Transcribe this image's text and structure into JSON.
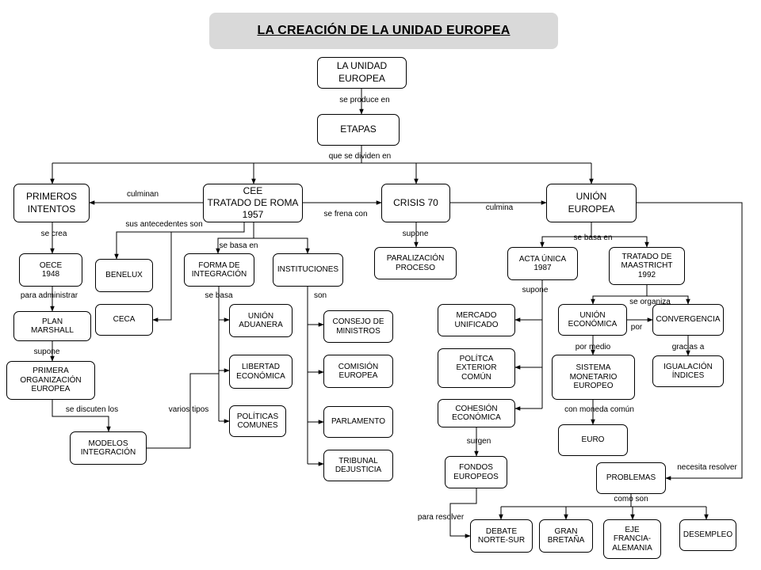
{
  "title": "LA CREACIÓN DE LA UNIDAD EUROPEA",
  "nodes": {
    "unidad": "LA UNIDAD\nEUROPEA",
    "etapas": "ETAPAS",
    "primeros": "PRIMEROS\nINTENTOS",
    "cee": "CEE\nTRATADO DE ROMA\n1957",
    "crisis": "CRISIS 70",
    "union": "UNIÓN\nEUROPEA",
    "oece": "OECE\n1948",
    "benelux": "BENELUX",
    "ceca": "CECA",
    "plan": "PLAN\nMARSHALL",
    "primera_org": "PRIMERA\nORGANIZACIÓN\nEUROPEA",
    "modelos": "MODELOS\nINTEGRACIÓN",
    "forma": "FORMA DE\nINTEGRACIÓN",
    "instituciones": "INSTITUCIONES",
    "aduanera": "UNIÓN\nADUANERA",
    "libertad": "LIBERTAD\nECONÓMICA",
    "politicas": "POLÍTICAS\nCOMUNES",
    "consejo": "CONSEJO DE\nMINISTROS",
    "comision": "COMISIÓN\nEUROPEA",
    "parlamento": "PARLAMENTO",
    "tribunal": "TRIBUNAL\nDEJUSTICIA",
    "paralizacion": "PARALIZACIÓN\nPROCESO",
    "acta": "ACTA ÚNICA\n1987",
    "maastricht": "TRATADO DE\nMAASTRICHT\n1992",
    "mercado": "MERCADO\nUNIFICADO",
    "exterior": "POLÍTCA\nEXTERIOR\nCOMÚN",
    "cohesion": "COHESIÓN\nECONÓMICA",
    "fondos": "FONDOS\nEUROPEOS",
    "union_eco": "UNIÓN\nECONÓMICA",
    "convergencia": "CONVERGENCIA",
    "sistema": "SISTEMA\nMONETARIO\nEUROPEO",
    "igualacion": "IGUALACIÓN\nÍNDICES",
    "euro": "EURO",
    "problemas": "PROBLEMAS",
    "debate": "DEBATE\nNORTE-SUR",
    "gran": "GRAN\nBRETAÑA",
    "eje": "EJE\nFRANCIA-\nALEMANIA",
    "desempleo": "DESEMPLEO"
  },
  "labels": {
    "se_produce": "se produce en",
    "que_se_dividen": "que se dividen en",
    "culminan": "culminan",
    "sus_antecedentes": "sus antecedentes son",
    "se_frena": "se frena con",
    "culmina": "culmina",
    "se_crea": "se crea",
    "se_basa_en_cee": "se basa en",
    "supone_crisis": "supone",
    "se_basa_en_union": "se basa en",
    "para_administrar": "para administrar",
    "se_basa": "se basa",
    "son": "son",
    "supone_acta": "supone",
    "se_organiza": "se organiza",
    "por": "por",
    "supone_plan": "supone",
    "por_medio": "por medio",
    "gracias_a": "gracias a",
    "se_discuten": "se discuten los",
    "varios_tipos": "varios tipos",
    "con_moneda": "con moneda común",
    "surgen": "surgen",
    "necesita_resolver": "necesita resolver",
    "como_son": "como son",
    "para_resolver": "para resolver"
  }
}
